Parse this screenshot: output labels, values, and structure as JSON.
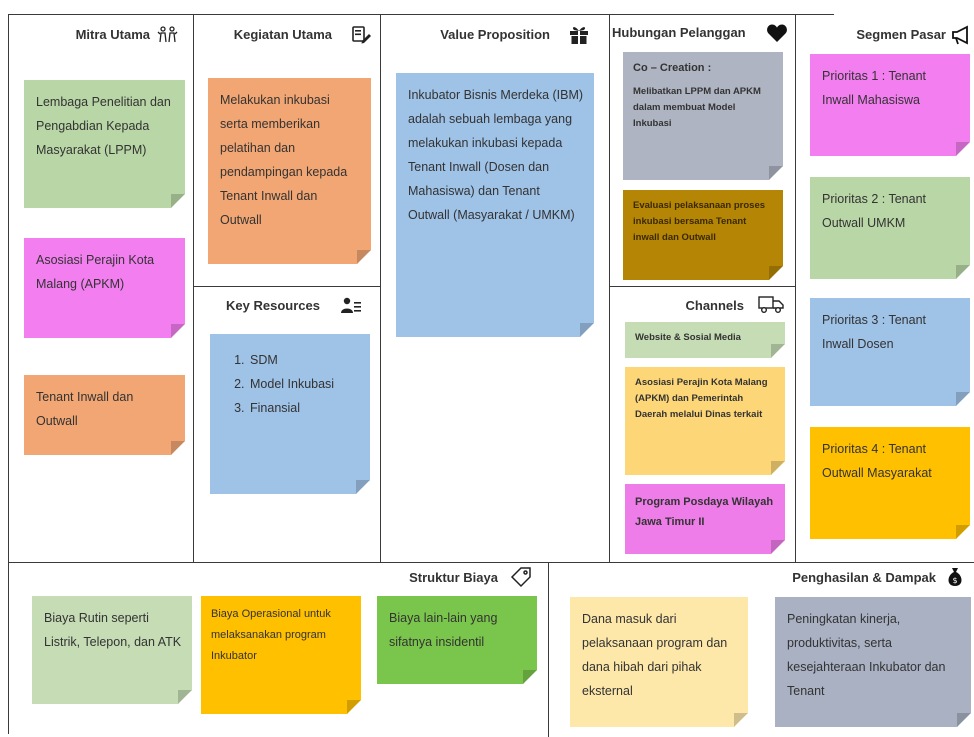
{
  "blocks": {
    "mitra_utama": {
      "title": "Mitra Utama",
      "icon": "people-icon",
      "notes": [
        "Lembaga Penelitian dan Pengabdian Kepada Masyarakat (LPPM)",
        "Asosiasi Perajin Kota Malang (APKM)",
        "Tenant Inwall dan Outwall"
      ]
    },
    "kegiatan_utama": {
      "title": "Kegiatan Utama",
      "icon": "checklist-pen-icon",
      "notes": [
        "Melakukan inkubasi serta memberikan pelatihan dan pendampingan kepada Tenant Inwall dan Outwall"
      ]
    },
    "key_resources": {
      "title": "Key Resources",
      "icon": "person-list-icon",
      "items": [
        "SDM",
        "Model Inkubasi",
        "Finansial"
      ]
    },
    "value_proposition": {
      "title": "Value Proposition",
      "icon": "gift-icon",
      "notes": [
        "Inkubator Bisnis Merdeka (IBM) adalah sebuah lembaga yang melakukan inkubasi kepada Tenant Inwall (Dosen dan Mahasiswa) dan Tenant Outwall (Masyarakat / UMKM)"
      ]
    },
    "hubungan_pelanggan": {
      "title": "Hubungan Pelanggan",
      "icon": "heart-icon",
      "notes": [
        "Co – Creation :",
        "Melibatkan LPPM dan APKM dalam membuat Model Inkubasi",
        "Evaluasi pelaksanaan proses inkubasi bersama Tenant inwall dan Outwall"
      ]
    },
    "channels": {
      "title": "Channels",
      "icon": "truck-icon",
      "notes": [
        "Website & Sosial Media",
        "Asosiasi Perajin Kota Malang (APKM) dan Pemerintah Daerah melalui Dinas terkait",
        "Program Posdaya Wilayah Jawa Timur II"
      ]
    },
    "segmen_pasar": {
      "title": "Segmen Pasar",
      "icon": "megaphone-icon",
      "notes": [
        "Prioritas 1 : Tenant Inwall Mahasiswa",
        "Prioritas 2 : Tenant Outwall UMKM",
        "Prioritas 3 : Tenant Inwall Dosen",
        "Prioritas 4 : Tenant Outwall Masyarakat"
      ]
    },
    "struktur_biaya": {
      "title": "Struktur Biaya",
      "icon": "price-tag-icon",
      "notes": [
        "Biaya Rutin seperti Listrik, Telepon, dan ATK",
        "Biaya Operasional untuk melaksanakan program Inkubator",
        "Biaya lain-lain yang sifatnya insidentil"
      ]
    },
    "penghasilan_dampak": {
      "title": "Penghasilan & Dampak",
      "icon": "money-bag-icon",
      "notes": [
        "Dana masuk dari pelaksanaan program dan dana hibah dari pihak eksternal",
        "Peningkatan kinerja, produktivitas, serta kesejahteraan Inkubator dan Tenant"
      ]
    }
  }
}
